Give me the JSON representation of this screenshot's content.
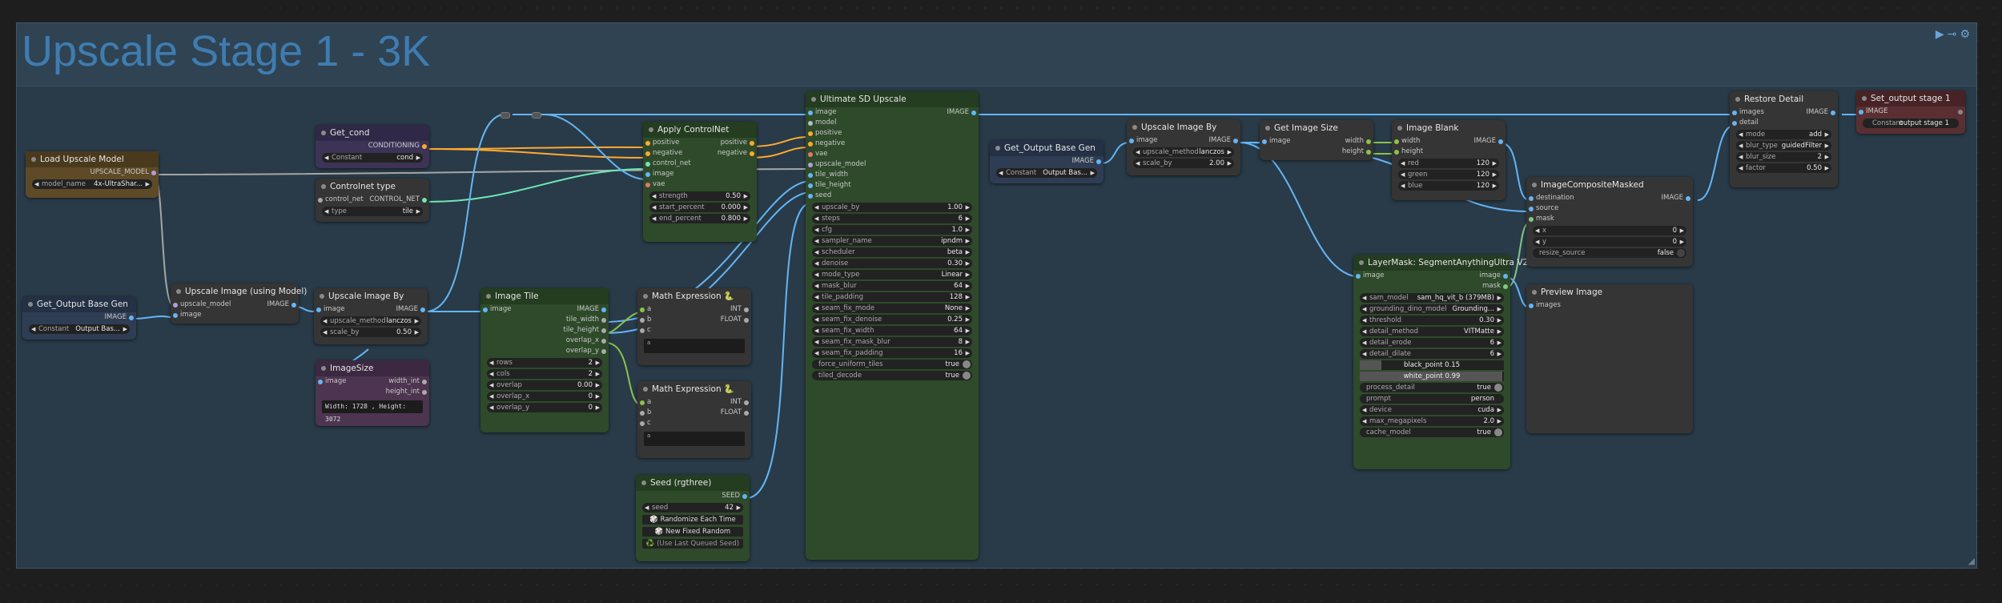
{
  "group": {
    "title": "Upscale Stage 1 - 3K",
    "icons": [
      "play-icon",
      "link-icon",
      "settings-icon"
    ]
  },
  "nodes": {
    "load_upscale_model": {
      "title": "Load Upscale Model",
      "out": "UPSCALE_MODEL",
      "model_name_label": "model_name",
      "model_name": "4x-UltraShar..."
    },
    "get_output_base_gen_1": {
      "title": "Get_Output Base Gen",
      "out": "IMAGE",
      "const_label": "Constant",
      "const_val": "Output Bas..."
    },
    "get_cond": {
      "title": "Get_cond",
      "out": "CONDITIONING",
      "const_label": "Constant",
      "const_val": "cond"
    },
    "controlnet_type": {
      "title": "Controlnet type",
      "in": "control_net",
      "out": "CONTROL_NET",
      "type_label": "type",
      "type_val": "tile"
    },
    "upscale_image_model": {
      "title": "Upscale Image (using Model)",
      "in1": "upscale_model",
      "in2": "image",
      "out": "IMAGE"
    },
    "upscale_image_by_1": {
      "title": "Upscale Image By",
      "in": "image",
      "out": "IMAGE",
      "method_label": "upscale_method",
      "method_val": "lanczos",
      "scale_label": "scale_by",
      "scale_val": "0.50"
    },
    "image_size": {
      "title": "ImageSize",
      "in": "image",
      "out1": "width_int",
      "out2": "height_int",
      "text": "Width: 1728 , Height: 3072"
    },
    "image_tile": {
      "title": "Image Tile",
      "in": "image",
      "outs": [
        "IMAGE",
        "tile_width",
        "tile_height",
        "overlap_x",
        "overlap_y"
      ],
      "widgets": [
        {
          "label": "rows",
          "value": "2"
        },
        {
          "label": "cols",
          "value": "2"
        },
        {
          "label": "overlap",
          "value": "0.00"
        },
        {
          "label": "overlap_x",
          "value": "0"
        },
        {
          "label": "overlap_y",
          "value": "0"
        }
      ]
    },
    "apply_controlnet": {
      "title": "Apply ControlNet",
      "ins": [
        "positive",
        "negative",
        "control_net",
        "image",
        "vae"
      ],
      "outs": [
        "positive",
        "negative"
      ],
      "widgets": [
        {
          "label": "strength",
          "value": "0.50"
        },
        {
          "label": "start_percent",
          "value": "0.000"
        },
        {
          "label": "end_percent",
          "value": "0.800"
        }
      ]
    },
    "math_expr_1": {
      "title": "Math Expression 🐍",
      "ins": [
        "a",
        "b",
        "c"
      ],
      "outs": [
        "INT",
        "FLOAT"
      ],
      "text": "a"
    },
    "math_expr_2": {
      "title": "Math Expression 🐍",
      "ins": [
        "a",
        "b",
        "c"
      ],
      "outs": [
        "INT",
        "FLOAT"
      ],
      "text": "a"
    },
    "seed": {
      "title": "Seed (rgthree)",
      "out": "SEED",
      "seed_label": "seed",
      "seed_val": "42",
      "btn1": "🎲 Randomize Each Time",
      "btn2": "🎲 New Fixed Random",
      "btn3": "♻️ (Use Last Queued Seed)"
    },
    "ultimate_sd": {
      "title": "Ultimate SD Upscale",
      "ins": [
        "image",
        "model",
        "positive",
        "negative",
        "vae",
        "upscale_model",
        "tile_width",
        "tile_height",
        "seed"
      ],
      "out": "IMAGE",
      "widgets": [
        {
          "label": "upscale_by",
          "value": "1.00"
        },
        {
          "label": "steps",
          "value": "6"
        },
        {
          "label": "cfg",
          "value": "1.0"
        },
        {
          "label": "sampler_name",
          "value": "ipndm"
        },
        {
          "label": "scheduler",
          "value": "beta"
        },
        {
          "label": "denoise",
          "value": "0.30"
        },
        {
          "label": "mode_type",
          "value": "Linear"
        },
        {
          "label": "mask_blur",
          "value": "64"
        },
        {
          "label": "tile_padding",
          "value": "128"
        },
        {
          "label": "seam_fix_mode",
          "value": "None"
        },
        {
          "label": "seam_fix_denoise",
          "value": "0.25"
        },
        {
          "label": "seam_fix_width",
          "value": "64"
        },
        {
          "label": "seam_fix_mask_blur",
          "value": "8"
        },
        {
          "label": "seam_fix_padding",
          "value": "16"
        }
      ],
      "toggles": [
        {
          "label": "force_uniform_tiles",
          "value": "true"
        },
        {
          "label": "tiled_decode",
          "value": "true"
        }
      ]
    },
    "get_output_base_gen_2": {
      "title": "Get_Output Base Gen",
      "out": "IMAGE",
      "const_label": "Constant",
      "const_val": "Output Bas..."
    },
    "upscale_image_by_2": {
      "title": "Upscale Image By",
      "in": "image",
      "out": "IMAGE",
      "method_label": "upscale_method",
      "method_val": "lanczos",
      "scale_label": "scale_by",
      "scale_val": "2.00"
    },
    "get_image_size": {
      "title": "Get Image Size",
      "in": "image",
      "out1": "width",
      "out2": "height"
    },
    "image_blank": {
      "title": "Image Blank",
      "in1": "width",
      "in2": "height",
      "out": "IMAGE",
      "widgets": [
        {
          "label": "red",
          "value": "120"
        },
        {
          "label": "green",
          "value": "120"
        },
        {
          "label": "blue",
          "value": "120"
        }
      ]
    },
    "layermask": {
      "title": "LayerMask: SegmentAnythingUltra V2",
      "in": "image",
      "out1": "image",
      "out2": "mask",
      "widgets": [
        {
          "label": "sam_model",
          "value": "sam_hq_vit_b (379MB)"
        },
        {
          "label": "grounding_dino_model",
          "value": "Grounding..."
        },
        {
          "label": "threshold",
          "value": "0.30"
        },
        {
          "label": "detail_method",
          "value": "VITMatte"
        },
        {
          "label": "detail_erode",
          "value": "6"
        },
        {
          "label": "detail_dilate",
          "value": "6"
        }
      ],
      "black_point": "black_point  0.15",
      "white_point": "white_point  0.99",
      "widgets2": [
        {
          "label": "process_detail",
          "value": "true",
          "toggle": true
        },
        {
          "label": "prompt",
          "value": "person",
          "toggle": false
        },
        {
          "label": "device",
          "value": "cuda",
          "toggle": false
        },
        {
          "label": "max_megapixels",
          "value": "2.0",
          "toggle": false
        },
        {
          "label": "cache_model",
          "value": "true",
          "toggle": true
        }
      ]
    },
    "image_composite": {
      "title": "ImageCompositeMasked",
      "ins": [
        "destination",
        "source",
        "mask"
      ],
      "out": "IMAGE",
      "widgets": [
        {
          "label": "x",
          "value": "0"
        },
        {
          "label": "y",
          "value": "0"
        }
      ],
      "toggle_label": "resize_source",
      "toggle_val": "false"
    },
    "preview_image": {
      "title": "Preview Image",
      "in": "images"
    },
    "restore_detail": {
      "title": "Restore Detail",
      "in1": "images",
      "in2": "detail",
      "out": "IMAGE",
      "widgets": [
        {
          "label": "mode",
          "value": "add"
        },
        {
          "label": "blur_type",
          "value": "guidedFilter"
        },
        {
          "label": "blur_size",
          "value": "2"
        },
        {
          "label": "factor",
          "value": "0.50"
        }
      ]
    },
    "set_output": {
      "title": "Set_output stage 1",
      "in": "IMAGE",
      "const_label": "Constant",
      "const_val": "output stage 1"
    }
  },
  "colors": {
    "image": "#64b5f6",
    "conditioning": "#ffa931",
    "control_net": "#6ee7b7",
    "upscale_model": "#b39ddb",
    "mask": "#81c784",
    "int": "#8bc34a"
  }
}
